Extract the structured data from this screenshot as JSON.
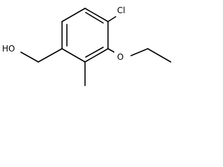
{
  "structure": {
    "atoms": {
      "cl": "Cl",
      "o_ether": "O",
      "oh": "HO"
    }
  }
}
